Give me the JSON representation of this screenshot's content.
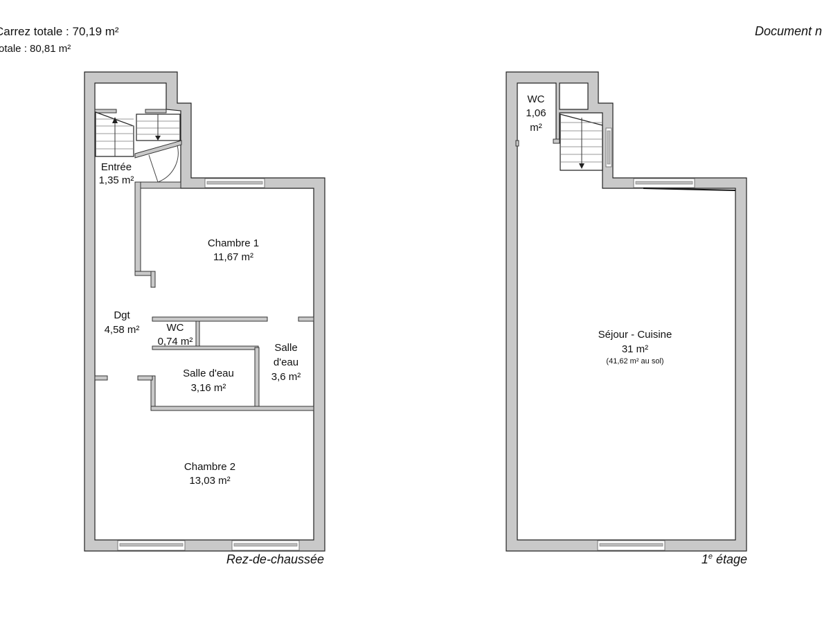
{
  "header": {
    "carrez_total": "Carrez totale :  70,19 m²",
    "total": "otale :  80,81 m²",
    "document": "Document n"
  },
  "colors": {
    "wall": "#c9c9c9",
    "outline": "#222222",
    "background": "#ffffff"
  },
  "floors": [
    {
      "label": "Rez-de-chaussée",
      "rooms": [
        {
          "name": "Entrée",
          "area": "1,35 m²"
        },
        {
          "name": "Chambre 1",
          "area": "11,67 m²"
        },
        {
          "name": "Dgt",
          "area": "4,58 m²"
        },
        {
          "name": "WC",
          "area": "0,74 m²"
        },
        {
          "name": "Salle d'eau",
          "area": "3,16 m²"
        },
        {
          "name": "Salle",
          "name2": "d'eau",
          "area": "3,6 m²"
        },
        {
          "name": "Chambre 2",
          "area": "13,03 m²"
        }
      ]
    },
    {
      "label": "1e étage",
      "label_main": "1",
      "label_sup": "e",
      "label_rest": " étage",
      "rooms": [
        {
          "name": "WC",
          "area_num": "1,06",
          "area_unit": "m²"
        },
        {
          "name": "Séjour - Cuisine",
          "area": "31 m²",
          "note": "(41,62 m² au sol)"
        }
      ]
    }
  ],
  "icons": [
    "stair-up-arrow-icon",
    "stair-down-arrow-icon",
    "door-swing-icon",
    "window-icon"
  ]
}
